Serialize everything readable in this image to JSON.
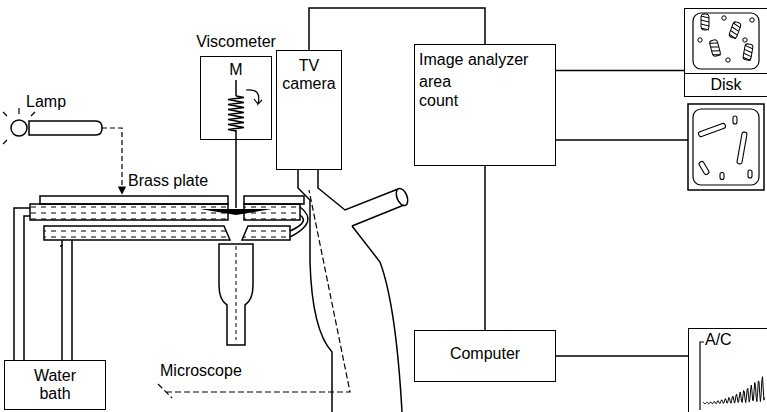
{
  "diagram": {
    "nodes": [
      {
        "text": [
          "Viscometer",
          "M"
        ]
      },
      {
        "text": [
          "TV camera"
        ]
      },
      {
        "text": [
          "Image analyzer",
          "area count"
        ]
      },
      {
        "text": [
          "Disk"
        ]
      },
      {
        "text": [
          "Computer"
        ]
      },
      {
        "text": [
          "A/C"
        ]
      },
      {
        "text": [
          "Water bath"
        ]
      }
    ],
    "edges": [
      {
        "from": 1,
        "to": 2,
        "arrow": "none"
      },
      {
        "from": 2,
        "to": 3,
        "arrow": "none"
      },
      {
        "from": 2,
        "to": 4,
        "arrow": "none"
      },
      {
        "from": 4,
        "to": 5,
        "arrow": "none"
      }
    ],
    "labels": [
      "Lamp",
      "Brass plate",
      "Microscope"
    ]
  }
}
